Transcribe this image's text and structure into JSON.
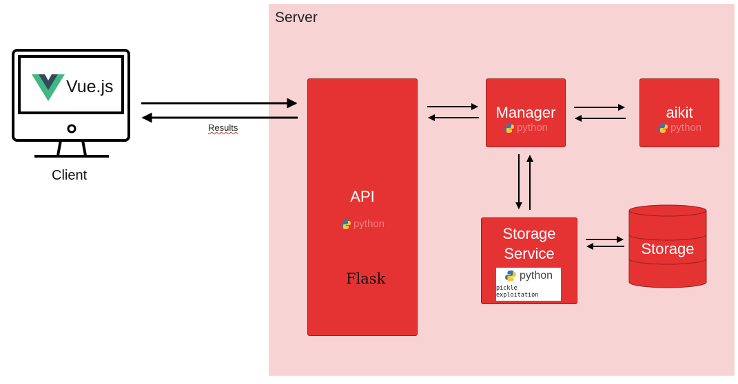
{
  "server": {
    "label": "Server"
  },
  "client": {
    "label": "Client",
    "logo_text": "Vue.js"
  },
  "results_label": "Results",
  "api": {
    "title": "API",
    "python_label": "python",
    "flask_label": "Flask"
  },
  "manager": {
    "title": "Manager",
    "python_label": "python"
  },
  "aikit": {
    "title": "aikit",
    "python_label": "python"
  },
  "storage_service": {
    "title_line1": "Storage",
    "title_line2": "Service",
    "python_label": "python",
    "caption": "pickle exploitation"
  },
  "storage": {
    "label": "Storage"
  },
  "colors": {
    "server_bg": "#f8d3d3",
    "box_red": "#e53333",
    "vue_green": "#41b883",
    "vue_dark": "#34495e"
  }
}
